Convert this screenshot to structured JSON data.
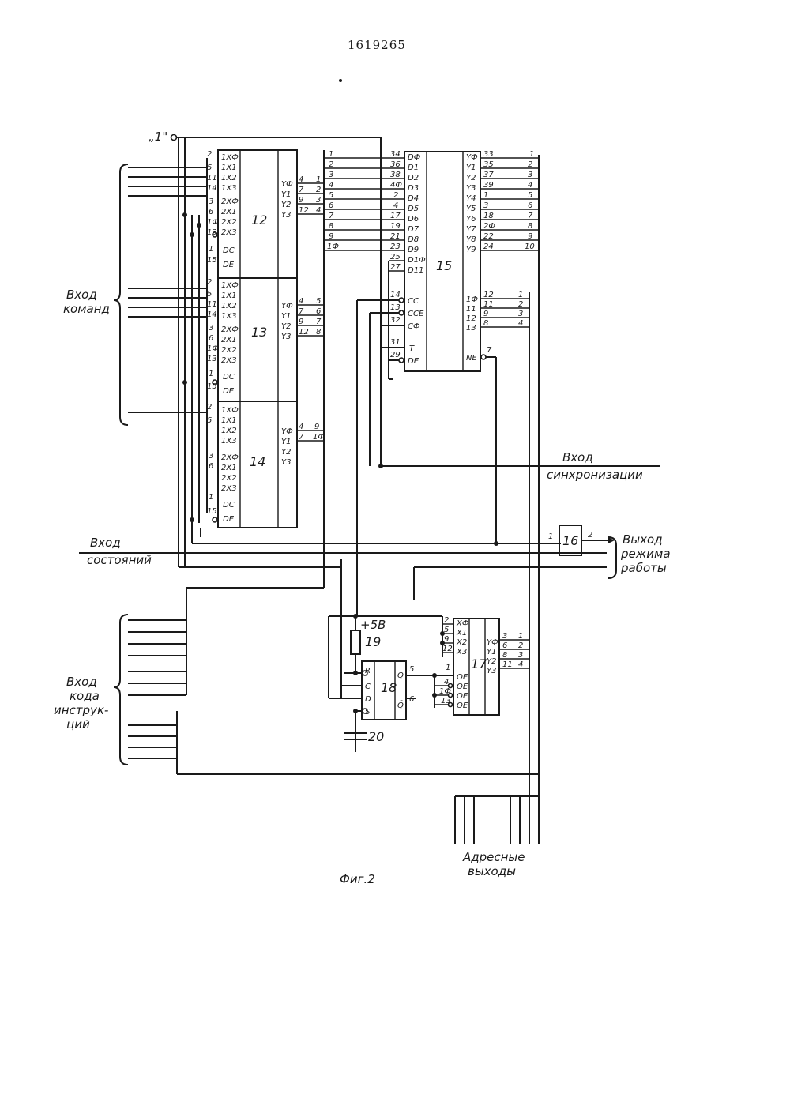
{
  "document": {
    "patent_number": "1619265",
    "figure_caption": "Фиг.2"
  },
  "labels": {
    "input_one": "„1\"",
    "commands_input": [
      "Вход",
      "команд"
    ],
    "sync_input": [
      "Вход",
      "синхронизации"
    ],
    "states_input": [
      "Вход",
      "состояний"
    ],
    "mode_output": [
      "Выход",
      "режима",
      "работы"
    ],
    "instruction_code_input": [
      "Вход",
      "кода",
      "инструк-",
      "ций"
    ],
    "address_outputs": [
      "Адресные",
      "выходы"
    ],
    "power": "+5В"
  },
  "blocks": {
    "b12": "12",
    "b13": "13",
    "b14": "14",
    "b15": "15",
    "b16": "16",
    "b17": "17",
    "b18": "18",
    "r19": "19",
    "c20": "20"
  },
  "decoder_12": {
    "in_pins": [
      "2",
      "5",
      "11",
      "14",
      "3",
      "6",
      "1Ф",
      "13",
      "1",
      "15"
    ],
    "in_labels": [
      "1ХФ",
      "1Х1",
      "1Х2",
      "1Х3",
      "2ХФ",
      "2Х1",
      "2Х2",
      "2Х3",
      "DC",
      "DE"
    ],
    "out_labels": [
      "YФ",
      "Y1",
      "Y2",
      "Y3"
    ],
    "out_pins": [
      "4",
      "7",
      "9",
      "12"
    ],
    "bus_nums": [
      "1",
      "2",
      "3",
      "4"
    ]
  },
  "decoder_13": {
    "in_pins": [
      "2",
      "5",
      "11",
      "14",
      "3",
      "6",
      "1Ф",
      "13",
      "1",
      "15"
    ],
    "in_labels": [
      "1ХФ",
      "1Х1",
      "1Х2",
      "1Х3",
      "2ХФ",
      "2Х1",
      "2Х2",
      "2Х3",
      "DC",
      "DE"
    ],
    "out_labels": [
      "YФ",
      "Y1",
      "Y2",
      "Y3"
    ],
    "out_pins": [
      "4",
      "7",
      "9",
      "12"
    ],
    "bus_nums": [
      "5",
      "6",
      "7",
      "8"
    ]
  },
  "decoder_14": {
    "in_pins": [
      "2",
      "5",
      "3",
      "6",
      "1",
      "15"
    ],
    "in_labels": [
      "1ХФ",
      "1Х1",
      "1Х2",
      "1Х3",
      "2ХФ",
      "2Х1",
      "2Х2",
      "2Х3",
      "DC",
      "DE"
    ],
    "out_labels": [
      "YФ",
      "Y1",
      "Y2",
      "Y3"
    ],
    "out_pins": [
      "4",
      "7"
    ],
    "bus_nums": [
      "9",
      "1Ф"
    ]
  },
  "bus": [
    "1",
    "2",
    "3",
    "4",
    "5",
    "6",
    "7",
    "8",
    "9",
    "1Ф"
  ],
  "register_15": {
    "in_bus": [
      "1",
      "2",
      "3",
      "4",
      "5",
      "6",
      "7",
      "8",
      "9",
      "1Ф"
    ],
    "in_pins": [
      "34",
      "36",
      "38",
      "4Ф",
      "2",
      "4",
      "17",
      "19",
      "21",
      "23",
      "25",
      "27",
      "14",
      "13",
      "32",
      "31",
      "29"
    ],
    "in_labels": [
      "DФ",
      "D1",
      "D2",
      "D3",
      "D4",
      "D5",
      "D6",
      "D7",
      "D8",
      "D9",
      "D1Ф",
      "D11",
      "CC",
      "CCE",
      "CФ",
      "T",
      "DE"
    ],
    "out_labels": [
      "YФ",
      "Y1",
      "Y2",
      "Y3",
      "Y4",
      "Y5",
      "Y6",
      "Y7",
      "Y8",
      "Y9"
    ],
    "out_pins": [
      "33",
      "35",
      "37",
      "39",
      "1",
      "3",
      "18",
      "2Ф",
      "22",
      "24"
    ],
    "out_nums": [
      "1",
      "2",
      "3",
      "4",
      "5",
      "6",
      "7",
      "8",
      "9",
      "10"
    ],
    "low_out_labels": [
      "1Ф",
      "11",
      "12",
      "13",
      "NE"
    ],
    "low_out_pins": [
      "12",
      "11",
      "9",
      "8",
      "7"
    ],
    "low_out_nums": [
      "1",
      "2",
      "3",
      "4"
    ]
  },
  "element_16": {
    "in_pin": "1",
    "out_pin": "2"
  },
  "trigger_18": {
    "in_labels": [
      "R",
      "C",
      "D",
      "S"
    ],
    "out_labels": [
      "Q",
      "Q̄"
    ],
    "out_pins": [
      "5",
      "6"
    ]
  },
  "decoder_17": {
    "in_pins": [
      "2",
      "5",
      "9",
      "12",
      "1",
      "4",
      "1Ф",
      "13"
    ],
    "in_labels": [
      "XФ",
      "X1",
      "X2",
      "X3",
      "OE",
      "OE",
      "OE",
      "OE"
    ],
    "out_labels": [
      "YФ",
      "Y1",
      "Y2",
      "Y3"
    ],
    "out_pins": [
      "3",
      "6",
      "8",
      "11"
    ],
    "out_nums": [
      "1",
      "2",
      "3",
      "4"
    ]
  }
}
